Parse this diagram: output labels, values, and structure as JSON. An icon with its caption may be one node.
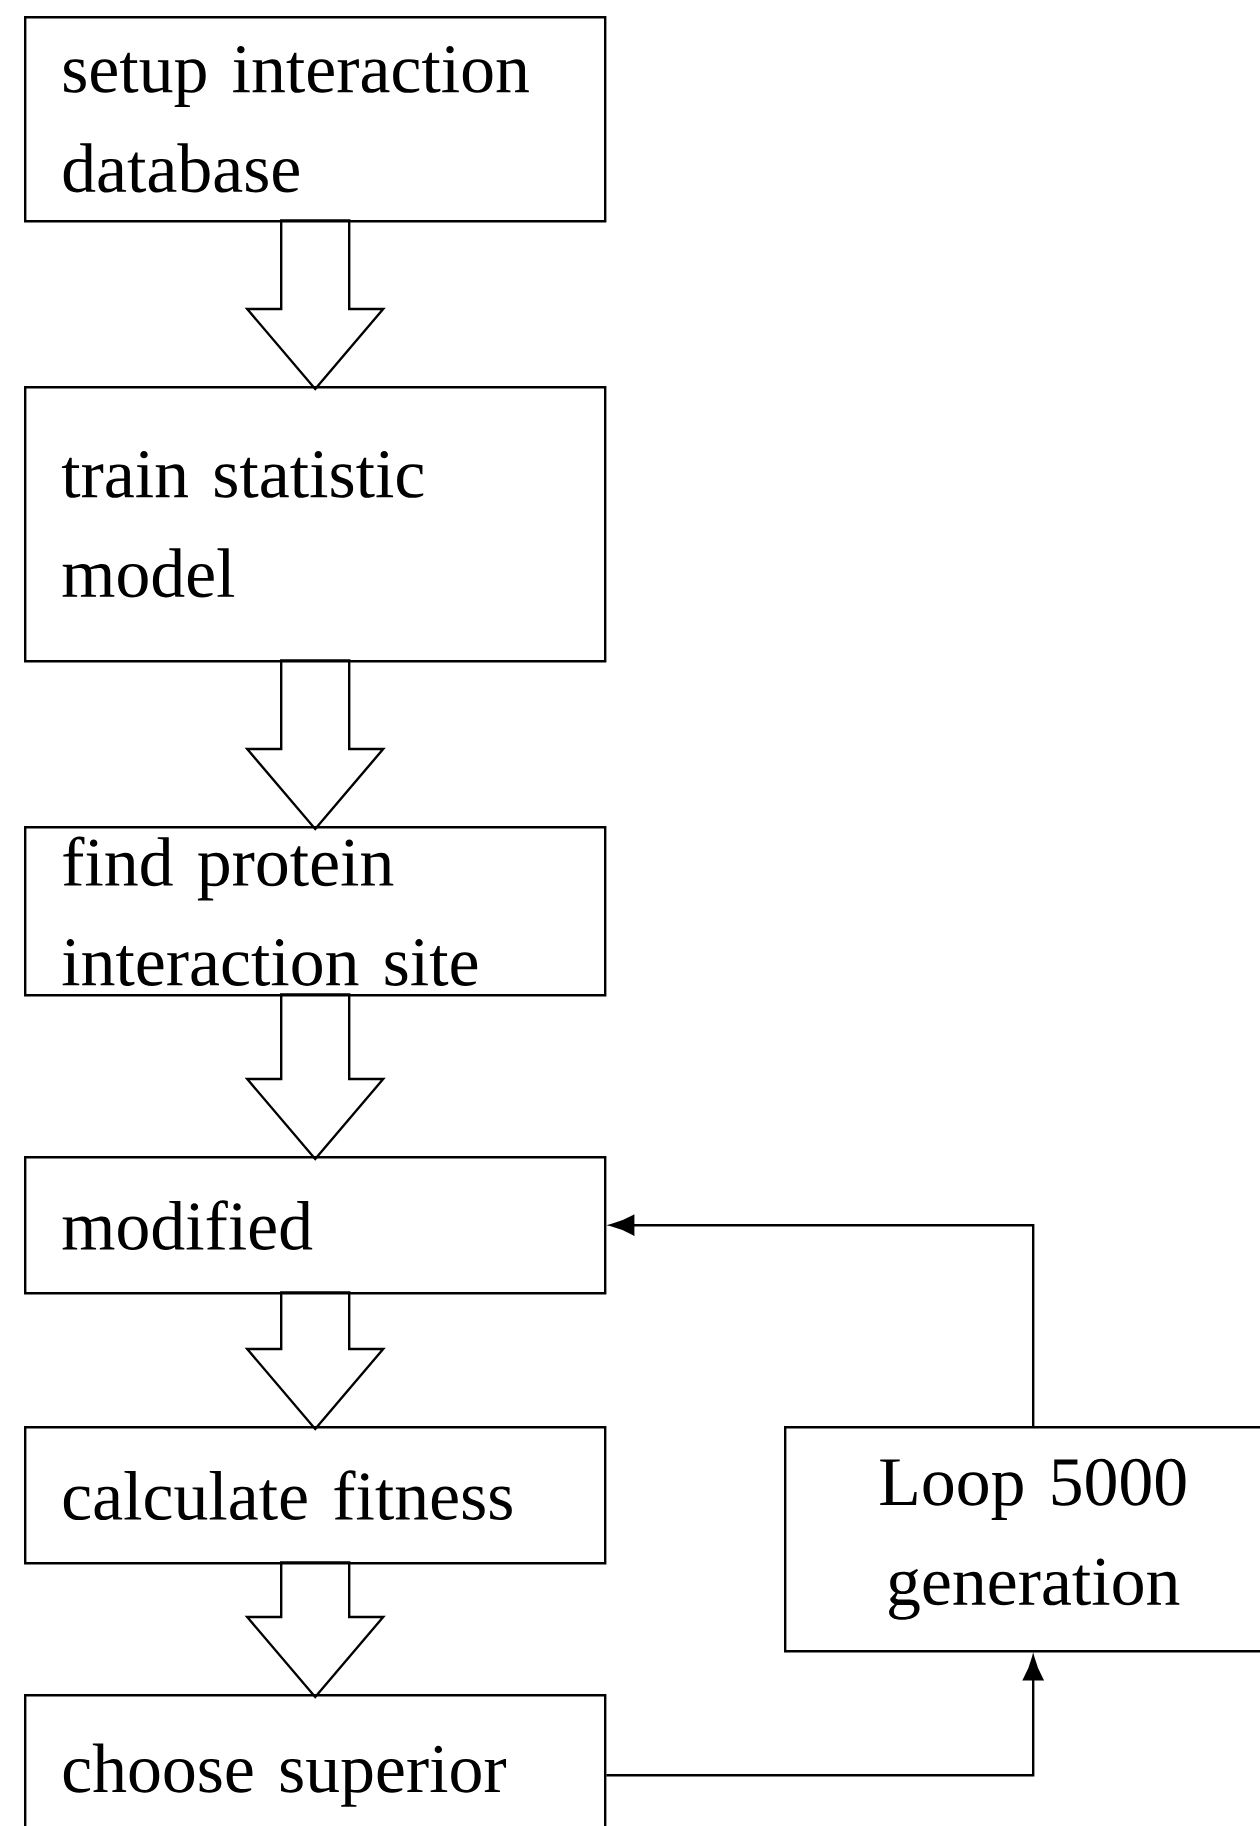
{
  "diagram": {
    "nodes": [
      {
        "text": [
          "setup interaction database"
        ]
      },
      {
        "text": [
          "train statistic model"
        ]
      },
      {
        "text": [
          "find protein interaction site"
        ]
      },
      {
        "text": [
          "modified"
        ]
      },
      {
        "text": [
          "calculate fitness"
        ]
      },
      {
        "text": [
          "choose superior"
        ]
      },
      {
        "text": [
          "Loop 5000 generation"
        ]
      }
    ],
    "edges": [
      {
        "from": 0,
        "to": 1,
        "arrow": "to"
      },
      {
        "from": 1,
        "to": 2,
        "arrow": "to"
      },
      {
        "from": 2,
        "to": 3,
        "arrow": "to"
      },
      {
        "from": 3,
        "to": 4,
        "arrow": "to"
      },
      {
        "from": 4,
        "to": 5,
        "arrow": "to"
      },
      {
        "from": 5,
        "to": 6,
        "arrow": "to"
      },
      {
        "from": 6,
        "to": 3,
        "arrow": "to"
      }
    ]
  }
}
